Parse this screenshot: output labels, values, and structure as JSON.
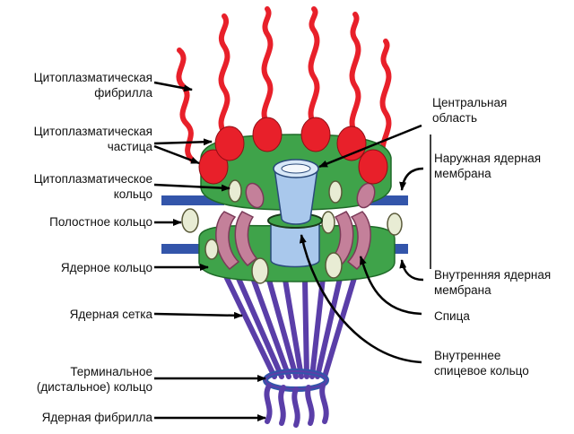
{
  "labels": {
    "cyto_fibril": [
      "Цитоплазматическая",
      "фибрилла"
    ],
    "cyto_particle": [
      "Цитоплазматическая",
      "частица"
    ],
    "cyto_ring": [
      "Цитоплазматическое",
      "кольцо"
    ],
    "lumen_ring": [
      "Полостное кольцо"
    ],
    "nuclear_ring": [
      "Ядерное кольцо"
    ],
    "nuclear_basket": [
      "Ядерная сетка"
    ],
    "terminal_ring": [
      "Терминальное",
      "(дистальное) кольцо"
    ],
    "nuclear_fibril": [
      "Ядерная фибрилла"
    ],
    "central_region": [
      "Центральная",
      "область"
    ],
    "outer_membrane": [
      "Наружная ядерная",
      "мембрана"
    ],
    "inner_membrane": [
      "Внутренняя ядерная",
      "мембрана"
    ],
    "spoke": [
      "Спица"
    ],
    "inner_spoke_ring": [
      "Внутреннее",
      "спицевое кольцо"
    ]
  },
  "colors": {
    "fibril": "#e8202a",
    "particle": "#e8202a",
    "ring": "#3fa34a",
    "membrane": "#3355aa",
    "spoke": "#c4809a",
    "lumen": "#e8ecd4",
    "channel": "#a9c8ec",
    "basket": "#5a3ea8",
    "arrow": "#000000"
  }
}
